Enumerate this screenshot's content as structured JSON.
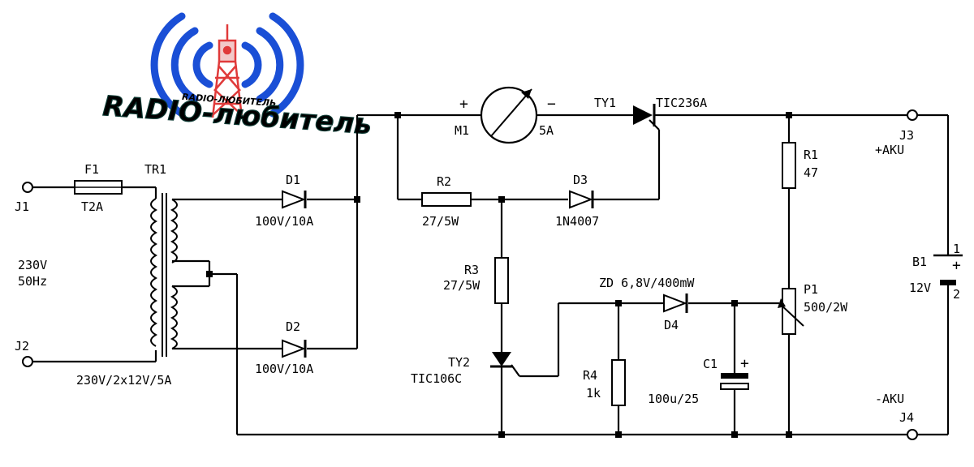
{
  "logo": {
    "brand": "RADIO-любитель",
    "ring_text": "RADIO-ЛЮБИТЕЛЬ",
    "colors": {
      "waves": "#1a4fd6",
      "tower": "#e03a3a",
      "brand_fill": "#1f7a6e",
      "ring_text": "#c07a10"
    }
  },
  "components": {
    "J1": "J1",
    "J2": "J2",
    "J3": "J3",
    "J4": "J4",
    "F1": {
      "name": "F1",
      "value": "T2A"
    },
    "TR1": {
      "name": "TR1",
      "value": "230V/2x12V/5A"
    },
    "mains": {
      "line1": "230V",
      "line2": "50Hz"
    },
    "D1": {
      "name": "D1",
      "value": "100V/10A"
    },
    "D2": {
      "name": "D2",
      "value": "100V/10A"
    },
    "M1": {
      "name": "M1",
      "value": "5A",
      "plus": "+",
      "minus": "−"
    },
    "TY1": {
      "name": "TY1",
      "value": "TIC236A"
    },
    "R2": {
      "name": "R2",
      "value": "27/5W"
    },
    "D3": {
      "name": "D3",
      "value": "1N4007"
    },
    "R3": {
      "name": "R3",
      "value": "27/5W"
    },
    "TY2": {
      "name": "TY2",
      "value": "TIC106C"
    },
    "ZD": {
      "label": "ZD 6,8V/400mW",
      "name": "D4"
    },
    "R4": {
      "name": "R4",
      "value": "1k"
    },
    "C1": {
      "name": "C1",
      "value": "100u/25",
      "plus": "+"
    },
    "R1": {
      "name": "R1",
      "value": "47"
    },
    "P1": {
      "name": "P1",
      "value": "500/2W"
    },
    "B1": {
      "name": "B1",
      "value": "12V",
      "pin1": "1",
      "pin2": "2",
      "plus": "+"
    },
    "plus_aku": "+AKU",
    "minus_aku": "-AKU"
  }
}
